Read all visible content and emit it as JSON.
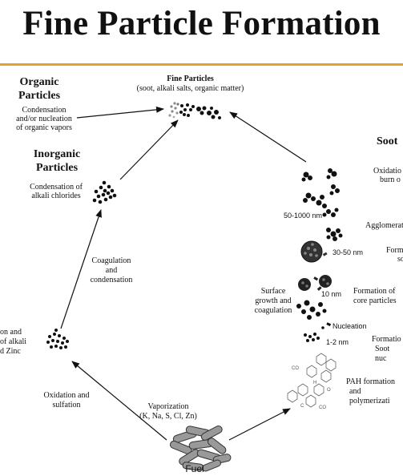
{
  "title": "Fine Particle Formation",
  "top": {
    "heading": "Fine Particles",
    "subheading": "(soot, alkali salts, organic matter)"
  },
  "organic": {
    "heading_line1": "Organic",
    "heading_line2": "Particles",
    "desc_line1": "Condensation",
    "desc_line2": "and/or nucleation",
    "desc_line3": "of organic vapors"
  },
  "inorganic": {
    "heading_line1": "Inorganic",
    "heading_line2": "Particles",
    "desc_line1": "Condensation of",
    "desc_line2": "alkali chlorides"
  },
  "left_path": {
    "coag_line1": "Coagulation",
    "coag_line2": "and",
    "coag_line3": "condensation",
    "cut_line1": "on and",
    "cut_line2": "of  alkali",
    "cut_line3": "d Zinc",
    "oxid_line1": "Oxidation and",
    "oxid_line2": "sulfation"
  },
  "fuel": {
    "vapor_line1": "Vaporization",
    "vapor_line2": "(K, Na, S, Cl, Zn)",
    "label": "Fuel"
  },
  "soot": {
    "heading": "Soot",
    "oxid_line1": "Oxidatio",
    "oxid_line2": "burn o",
    "size_large": "50-1000 nm",
    "agglom": "Agglomerat",
    "size_mid": "30-50 nm",
    "form_line1": "Form",
    "form_line2": "so",
    "surface_line1": "Surface",
    "surface_line2": "growth and",
    "surface_line3": "coagulation",
    "size_small": "10 nm",
    "core_line1": "Formation of",
    "core_line2": "core particles",
    "nucleation": "Nucleation",
    "size_tiny": "1-2 nm",
    "nuc_line1": "Formatio",
    "nuc_line2": "Soot nuc",
    "pah_line1": "PAH formation",
    "pah_line2": "and polymerizati",
    "mol_co2": "CO",
    "mol_h2o": "H",
    "mol_o2": "O",
    "mol_c2h2": "C",
    "mol_co": "CO"
  }
}
